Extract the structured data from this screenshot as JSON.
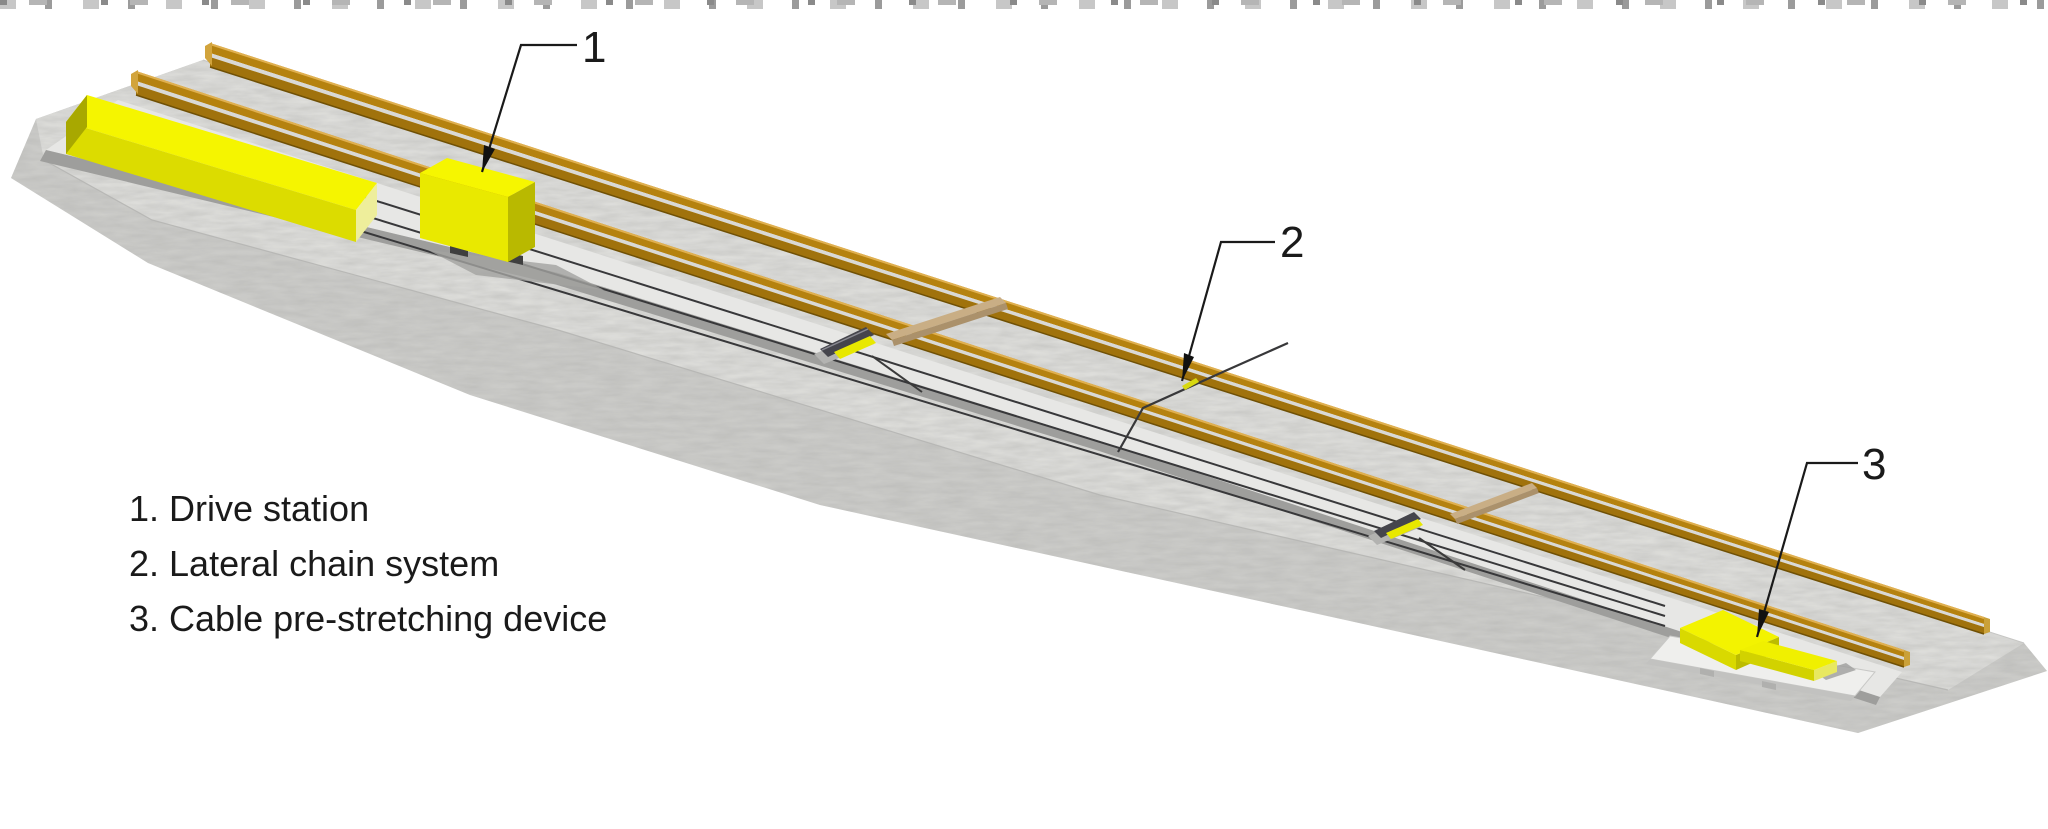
{
  "illustration": {
    "callouts": [
      {
        "number": "1"
      },
      {
        "number": "2"
      },
      {
        "number": "3"
      }
    ]
  },
  "legend": {
    "items": [
      {
        "text": "1. Drive station"
      },
      {
        "text": "2. Lateral chain system"
      },
      {
        "text": "3. Cable pre-stretching device"
      }
    ]
  },
  "colors": {
    "machine_yellow": "#f2f200",
    "machine_yellow_shade": "#b9b900",
    "rail_gold": "#b5820f",
    "rail_gold_dark": "#a0720c",
    "concrete_light": "#e2e2df",
    "concrete_chamfer": "#cfcfcc",
    "casting_strip": "#e7e7e5",
    "cable_dark": "#38383a",
    "plank_tan": "#c9ae85",
    "ink": "#1a1a1a"
  }
}
